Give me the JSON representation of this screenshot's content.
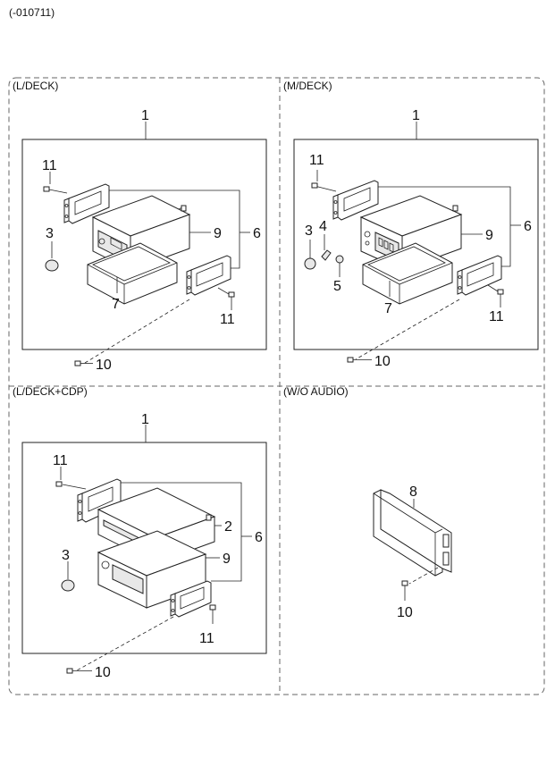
{
  "header": {
    "code": "(-010711)"
  },
  "panels": {
    "ldeck": {
      "title": "(L/DECK)",
      "callouts": {
        "c1": "1",
        "c11a": "11",
        "c3": "3",
        "c9": "9",
        "c6": "6",
        "c7": "7",
        "c11b": "11",
        "c10": "10"
      }
    },
    "mdeck": {
      "title": "(M/DECK)",
      "callouts": {
        "c1": "1",
        "c11a": "11",
        "c3": "3",
        "c4": "4",
        "c5": "5",
        "c9": "9",
        "c6": "6",
        "c7": "7",
        "c11b": "11",
        "c10": "10"
      }
    },
    "ldeckcdp": {
      "title": "(L/DECK+CDP)",
      "callouts": {
        "c1": "1",
        "c11a": "11",
        "c2": "2",
        "c3": "3",
        "c9": "9",
        "c6": "6",
        "c11b": "11",
        "c10": "10"
      }
    },
    "woaudio": {
      "title": "(W/O AUDIO)",
      "callouts": {
        "c8": "8",
        "c10": "10"
      }
    }
  }
}
